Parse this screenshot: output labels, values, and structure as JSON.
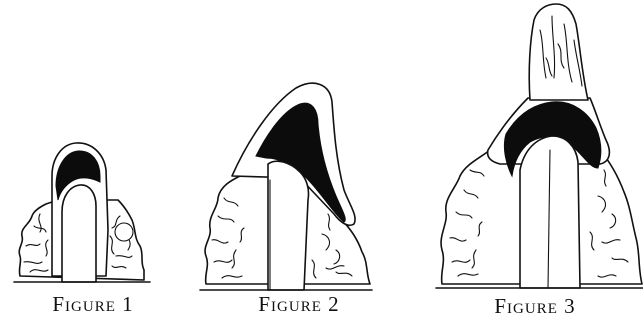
{
  "figures": [
    {
      "caption": "Figure 1"
    },
    {
      "caption": "Figure 2"
    },
    {
      "caption": "Figure 3"
    }
  ]
}
